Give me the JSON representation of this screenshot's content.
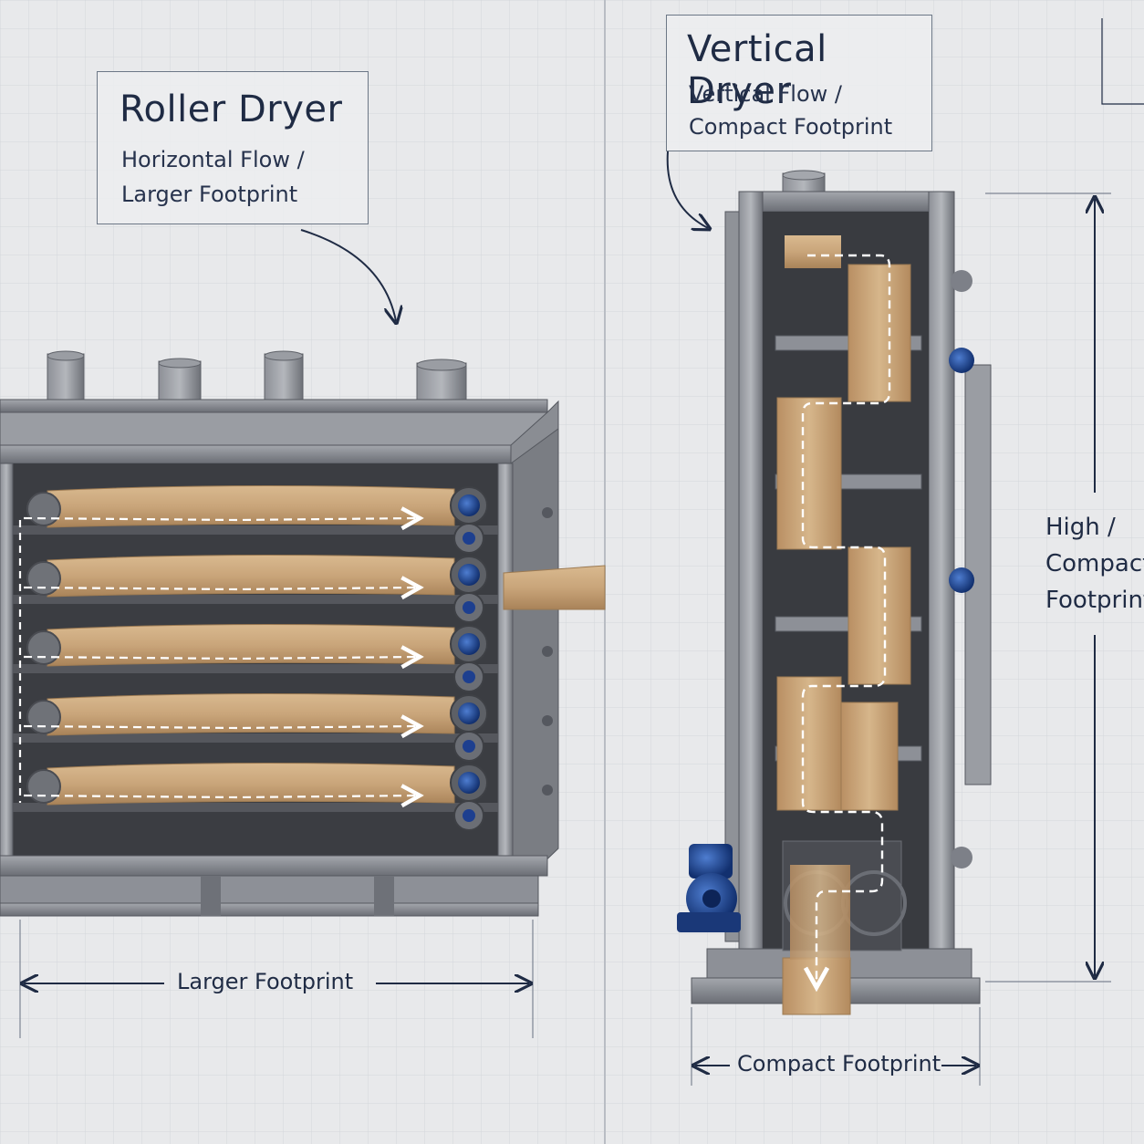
{
  "roller_dryer": {
    "title": "Roller Dryer",
    "subtitle_line1": "Horizontal Flow /",
    "subtitle_line2": "Larger Footprint",
    "dimension_label": "Larger Footprint",
    "deck_count": 5
  },
  "vertical_dryer": {
    "title": "Vertical Dryer",
    "subtitle_line1": "Vertical Flow /",
    "subtitle_line2": "Compact Footprint",
    "dimension_label": "Compact Footprint",
    "height_label_line1": "High /",
    "height_label_line2": "Compact",
    "height_label_line3": "Footprint"
  },
  "colors": {
    "background": "#e8e9eb",
    "grid": "#c9cdd3",
    "frame_steel": "#7d8088",
    "veneer": "#c9a57a",
    "motor_blue": "#1d3f8f",
    "annotation": "#1f2b44",
    "flow_arrow": "#ffffff"
  }
}
